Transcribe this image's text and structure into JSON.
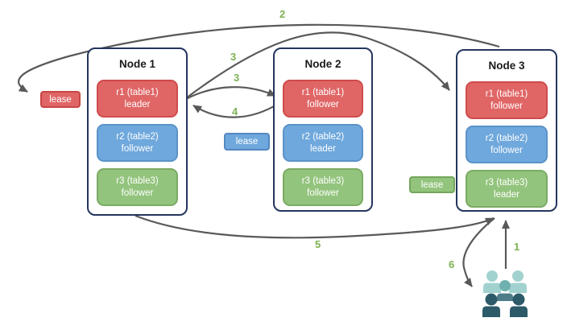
{
  "nodes": [
    {
      "title": "Node 1",
      "replicas": [
        {
          "name": "r1 (table1)",
          "role": "leader",
          "color": "red"
        },
        {
          "name": "r2 (table2)",
          "role": "follower",
          "color": "blue"
        },
        {
          "name": "r3 (table3)",
          "role": "follower",
          "color": "green"
        }
      ]
    },
    {
      "title": "Node 2",
      "replicas": [
        {
          "name": "r1 (table1)",
          "role": "follower",
          "color": "red"
        },
        {
          "name": "r2 (table2)",
          "role": "leader",
          "color": "blue"
        },
        {
          "name": "r3 (table3)",
          "role": "follower",
          "color": "green"
        }
      ]
    },
    {
      "title": "Node 3",
      "replicas": [
        {
          "name": "r1 (table1)",
          "role": "follower",
          "color": "red"
        },
        {
          "name": "r2 (table2)",
          "role": "follower",
          "color": "blue"
        },
        {
          "name": "r3 (table3)",
          "role": "leader",
          "color": "green"
        }
      ]
    }
  ],
  "leases": [
    {
      "label": "lease",
      "color": "red"
    },
    {
      "label": "lease",
      "color": "blue"
    },
    {
      "label": "lease",
      "color": "green"
    }
  ],
  "steps": {
    "s1": "1",
    "s2": "2",
    "s3a": "3",
    "s3b": "3",
    "s4": "4",
    "s5": "5",
    "s6": "6"
  },
  "icons": {
    "users": "users-group-icon"
  },
  "colors": {
    "replica_red": "#e06666",
    "replica_blue": "#6fa8dc",
    "replica_green": "#93c47d",
    "node_border": "#24365e",
    "arrow_gray": "#595959",
    "step_green": "#7cb254",
    "users_light_teal": "#a2d2cf",
    "users_medium_teal": "#6fb1ae",
    "users_slate": "#4e7d89",
    "users_dark_slate": "#2c5a68"
  }
}
